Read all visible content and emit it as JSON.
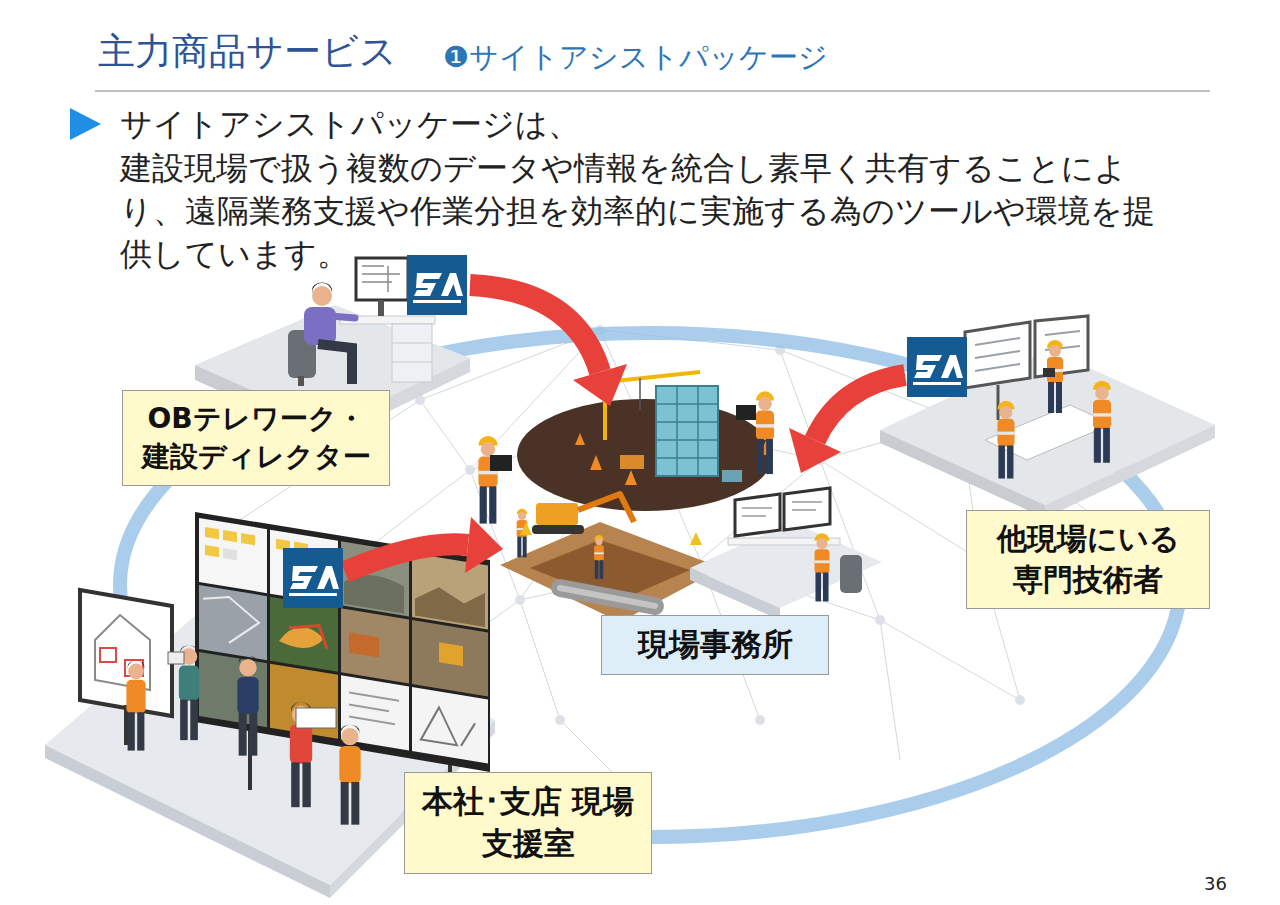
{
  "diagram": {
    "title": "主力商品サービス",
    "nodes": [
      {
        "text": [
          "OBテレワーク・ 建設ディレクター"
        ]
      },
      {
        "text": [
          "他現場にいる 専門技術者"
        ]
      },
      {
        "text": [
          "現場事務所"
        ]
      },
      {
        "text": [
          "本社･支店 現場支援室"
        ]
      }
    ],
    "labels": [
      "❶サイトアシストパッケージ",
      "サイトアシストパッケージは、",
      "建設現場で扱う複数のデータや情報を統合し素早く共有することにより、遠隔業務支援や作業分担を効率的に実施する為のツールや環境を提供しています。",
      "36"
    ]
  }
}
